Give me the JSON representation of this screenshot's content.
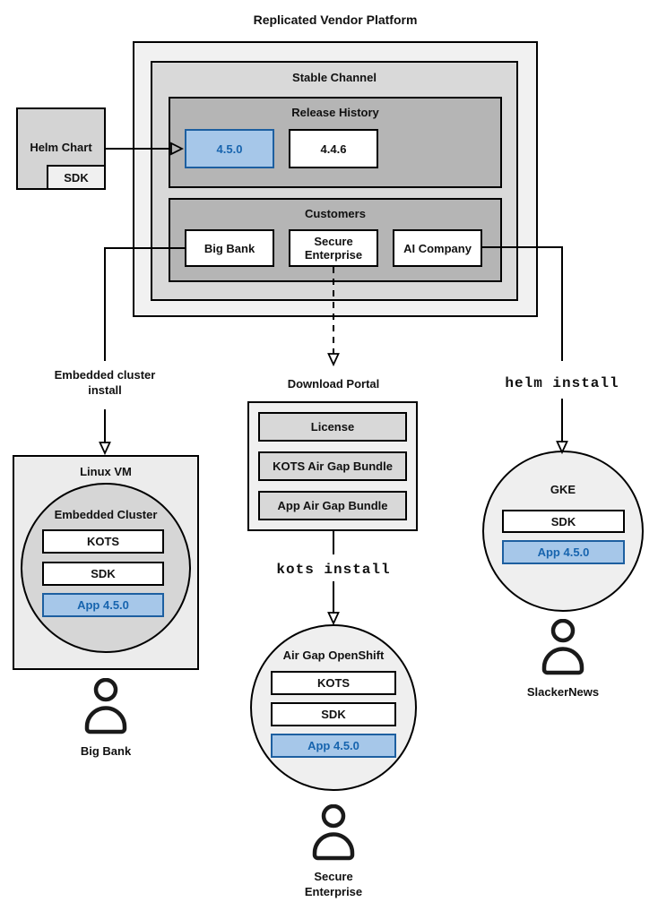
{
  "title": "Replicated Vendor Platform",
  "accent": {
    "highlight_fill": "#a6c7e9",
    "highlight_border": "#1d5fa0",
    "highlight_text": "#1764ae"
  },
  "platform": {
    "stable_channel": {
      "label": "Stable Channel",
      "release_history": {
        "label": "Release History",
        "releases": [
          "4.5.0",
          "4.4.6"
        ]
      },
      "customers": {
        "label": "Customers",
        "items": [
          "Big Bank",
          "Secure Enterprise",
          "AI Company"
        ]
      }
    }
  },
  "helm_chart": {
    "label": "Helm Chart",
    "sdk": "SDK"
  },
  "left_flow": {
    "arrow_label": "Embedded cluster install",
    "vm": {
      "label": "Linux VM",
      "cluster_label": "Embedded Cluster",
      "components": [
        "KOTS",
        "SDK",
        "App 4.5.0"
      ]
    },
    "persona": "Big Bank"
  },
  "middle_flow": {
    "portal": {
      "label": "Download Portal",
      "items": [
        "License",
        "KOTS Air Gap Bundle",
        "App Air Gap Bundle"
      ]
    },
    "command": "kots install",
    "cluster": {
      "label": "Air Gap OpenShift",
      "components": [
        "KOTS",
        "SDK",
        "App 4.5.0"
      ]
    },
    "persona": "Secure Enterprise"
  },
  "right_flow": {
    "command": "helm install",
    "cluster": {
      "label": "GKE",
      "components": [
        "SDK",
        "App 4.5.0"
      ]
    },
    "persona": "SlackerNews"
  }
}
